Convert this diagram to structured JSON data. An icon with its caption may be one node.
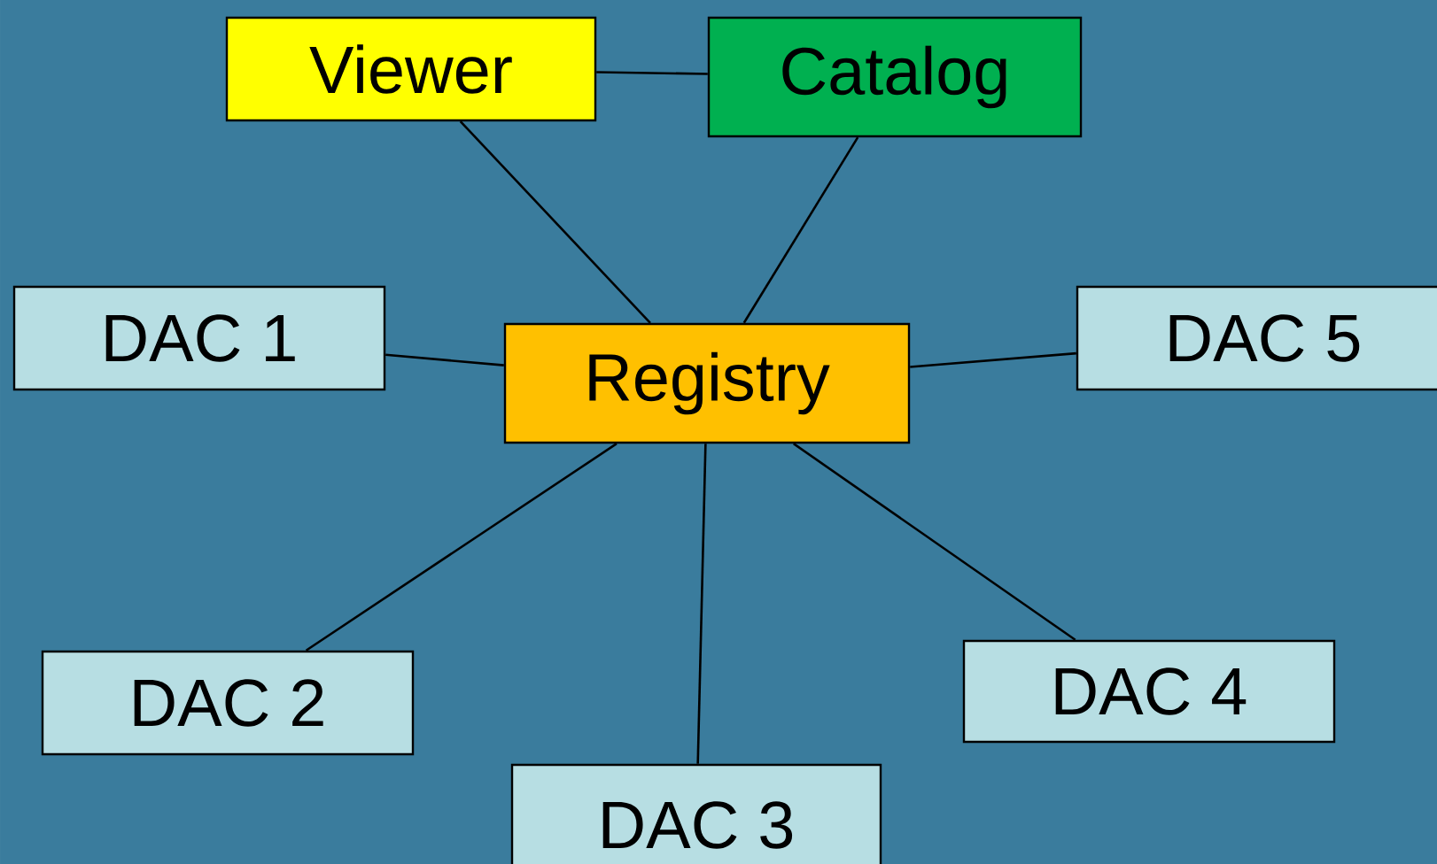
{
  "diagram": {
    "nodes": [
      {
        "text": [
          "Viewer"
        ]
      },
      {
        "text": [
          "Catalog"
        ]
      },
      {
        "text": [
          "DAC 1"
        ]
      },
      {
        "text": [
          "Registry"
        ]
      },
      {
        "text": [
          "DAC 5"
        ]
      },
      {
        "text": [
          "DAC 2"
        ]
      },
      {
        "text": [
          "DAC 4"
        ]
      },
      {
        "text": [
          "DAC 3"
        ]
      }
    ],
    "edges": [
      {
        "from": 0,
        "to": 1,
        "arrow": "none"
      },
      {
        "from": 0,
        "to": 3,
        "arrow": "none"
      },
      {
        "from": 1,
        "to": 3,
        "arrow": "none"
      },
      {
        "from": 2,
        "to": 3,
        "arrow": "none"
      },
      {
        "from": 4,
        "to": 3,
        "arrow": "none"
      },
      {
        "from": 5,
        "to": 3,
        "arrow": "none"
      },
      {
        "from": 7,
        "to": 3,
        "arrow": "none"
      },
      {
        "from": 6,
        "to": 3,
        "arrow": "none"
      }
    ]
  }
}
